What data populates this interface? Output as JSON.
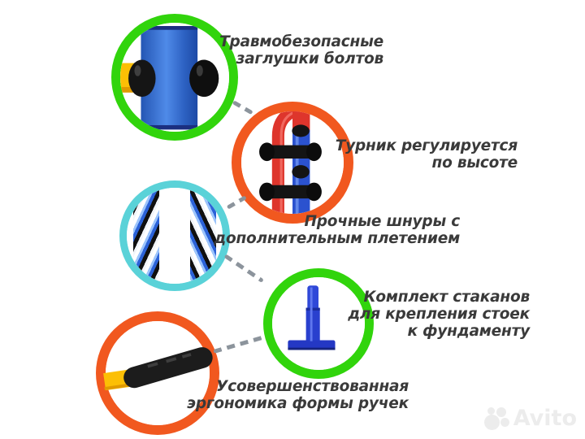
{
  "page": {
    "type": "product-feature-infographic"
  },
  "callouts": [
    {
      "id": "bolt-caps",
      "label": "Травмобезопасные\nзаглушки болтов",
      "ring_color": "#31d40c",
      "ring_style": "border-color:#31d40c",
      "image": "blue-post-with-black-bolt-caps-and-yellow-bar"
    },
    {
      "id": "pullup-bar",
      "label": "Турник регулируется\nпо высоте",
      "ring_color": "#f1581f",
      "ring_style": "border-color:#f1581f",
      "image": "red-and-blue-tubes-with-black-adjustment-clamps"
    },
    {
      "id": "cords",
      "label": "Прочные шнуры с\nдополнительным плетением",
      "ring_color": "#5ad2d8",
      "ring_style": "border-color:#5ad2d8",
      "image": "two-braided-blue-black-white-cords"
    },
    {
      "id": "foundation-cups",
      "label": "Комплект стаканов\nдля крепления стоек\nк фундаменту",
      "ring_color": "#31d40c",
      "ring_style": "border-color:#31d40c",
      "image": "blue-foundation-mounting-cup"
    },
    {
      "id": "handles",
      "label": "Усовершенствованная\nэргономика формы ручек",
      "ring_color": "#f1581f",
      "ring_style": "border-color:#f1581f",
      "image": "yellow-bar-with-black-ergonomic-grip"
    }
  ],
  "watermark": {
    "text": "Avito"
  },
  "colors": {
    "background": "#ffffff",
    "label_text": "#3a3a3a",
    "connector_dash": "#8c949c",
    "ring_green": "#31d40c",
    "ring_orange": "#f1581f",
    "ring_cyan": "#5ad2d8",
    "pipe_blue": "#3a6fd4",
    "pipe_yellow": "#fcbf05",
    "tube_red": "#de352c",
    "cup_blue": "#2940ce",
    "watermark_gray": "#ececec"
  }
}
